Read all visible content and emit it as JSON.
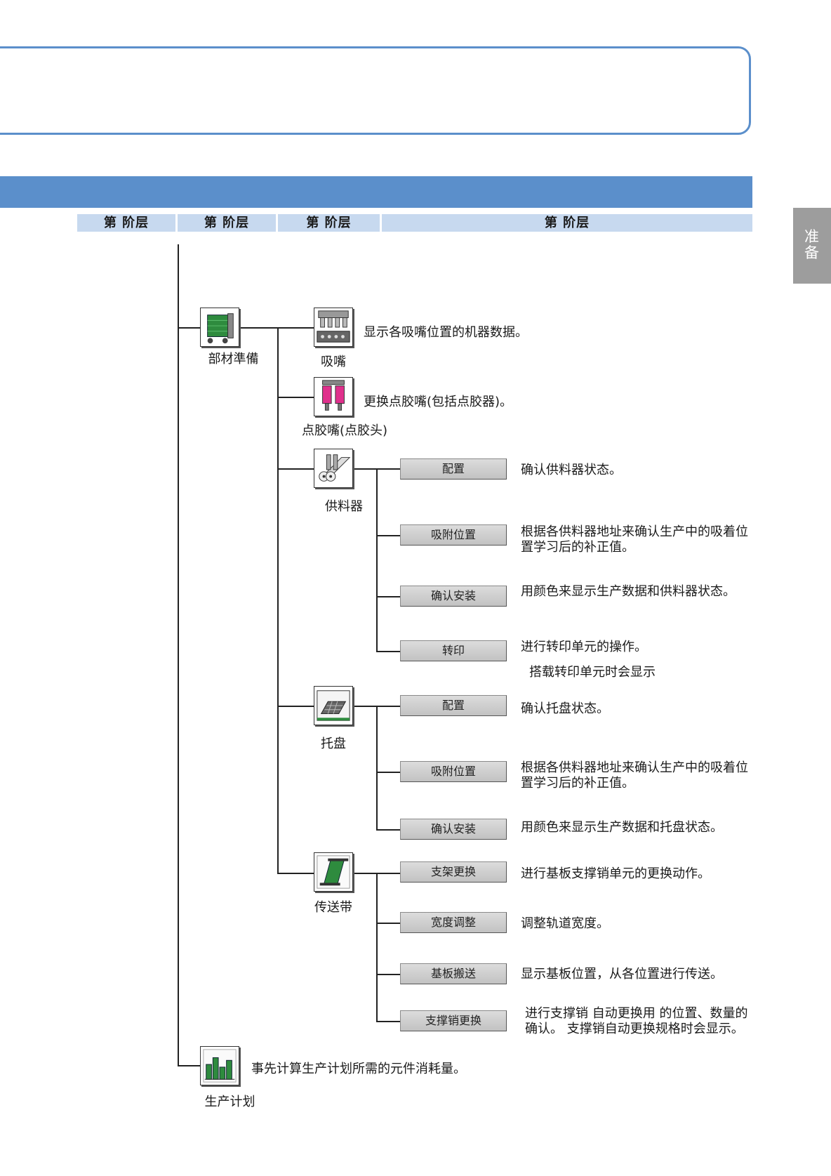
{
  "side_tab": "准备",
  "level_headers": [
    "第 阶层",
    "第 阶层",
    "第 阶层",
    "第 阶层"
  ],
  "tree": {
    "parts_prep": {
      "label": "部材準備",
      "icon": "parts-cart-icon",
      "nozzle": {
        "label": "吸嘴",
        "icon": "nozzle-icon",
        "desc": "显示各吸嘴位置的机器数据。"
      },
      "dispenser": {
        "label": "点胶嘴(点胶头)",
        "icon": "dispenser-icon",
        "desc": "更换点胶嘴(包括点胶器)。"
      },
      "feeder": {
        "label": "供料器",
        "icon": "feeder-icon",
        "items": [
          {
            "button": "配置",
            "desc": "确认供料器状态。"
          },
          {
            "button": "吸附位置",
            "desc": "根据各供料器地址来确认生产中的吸着位置学习后的补正值。"
          },
          {
            "button": "确认安装",
            "desc": "用颜色来显示生产数据和供料器状态。"
          },
          {
            "button": "转印",
            "desc": "进行转印单元的操作。",
            "note": "搭载转印单元时会显示"
          }
        ]
      },
      "tray": {
        "label": "托盘",
        "icon": "tray-icon",
        "items": [
          {
            "button": "配置",
            "desc": "确认托盘状态。"
          },
          {
            "button": "吸附位置",
            "desc": "根据各供料器地址来确认生产中的吸着位置学习后的补正值。"
          },
          {
            "button": "确认安装",
            "desc": "用颜色来显示生产数据和托盘状态。"
          }
        ]
      },
      "conveyor": {
        "label": "传送带",
        "icon": "conveyor-icon",
        "items": [
          {
            "button": "支架更换",
            "desc": "进行基板支撑销单元的更换动作。"
          },
          {
            "button": "宽度调整",
            "desc": "调整轨道宽度。"
          },
          {
            "button": "基板搬送",
            "desc": "显示基板位置，从各位置进行传送。"
          },
          {
            "button": "支撑销更换",
            "desc": "进行支撑销 自动更换用 的位置、数量的确认。 支撑销自动更换规格时会显示。"
          }
        ]
      }
    },
    "production_plan": {
      "label": "生产计划",
      "icon": "production-plan-icon",
      "desc": "事先计算生产计划所需的元件消耗量。"
    }
  },
  "colors": {
    "accent": "#5b8fcb",
    "header_band": "#c7d9ef",
    "side_tab": "#9d9d9d",
    "icon_green": "#2e8b3e",
    "icon_pink": "#e0308c"
  }
}
